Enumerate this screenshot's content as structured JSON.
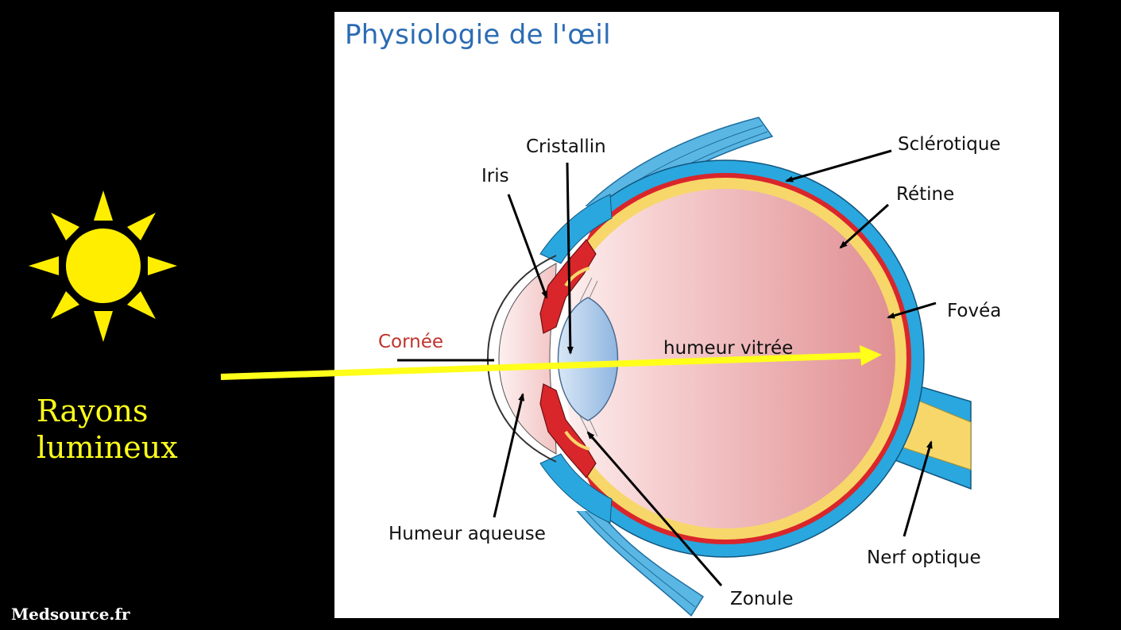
{
  "title": "Physiologie de l'œil",
  "labels": {
    "cristallin": "Cristallin",
    "iris": "Iris",
    "sclerotique": "Sclérotique",
    "retine": "Rétine",
    "fovea": "Fovéa",
    "cornee": "Cornée",
    "humeur_vitree": "humeur vitrée",
    "humeur_aqueuse": "Humeur aqueuse",
    "nerf_optique": "Nerf optique",
    "zonule": "Zonule"
  },
  "rays_label": [
    "Rayons",
    "lumineux"
  ],
  "credit": "Medsource.fr",
  "colors": {
    "background": "#000000",
    "title": "#2b6cb3",
    "sun": "#ffee00",
    "light_ray": "#ffff1a",
    "sclera": "#2aa7de",
    "retina": "#f7d76a",
    "choroid": "#d9262b",
    "vitreous": "#e89a9c",
    "lens": "#a9c8ea"
  },
  "icons": [
    "sun-icon",
    "light-ray-arrow-icon"
  ]
}
